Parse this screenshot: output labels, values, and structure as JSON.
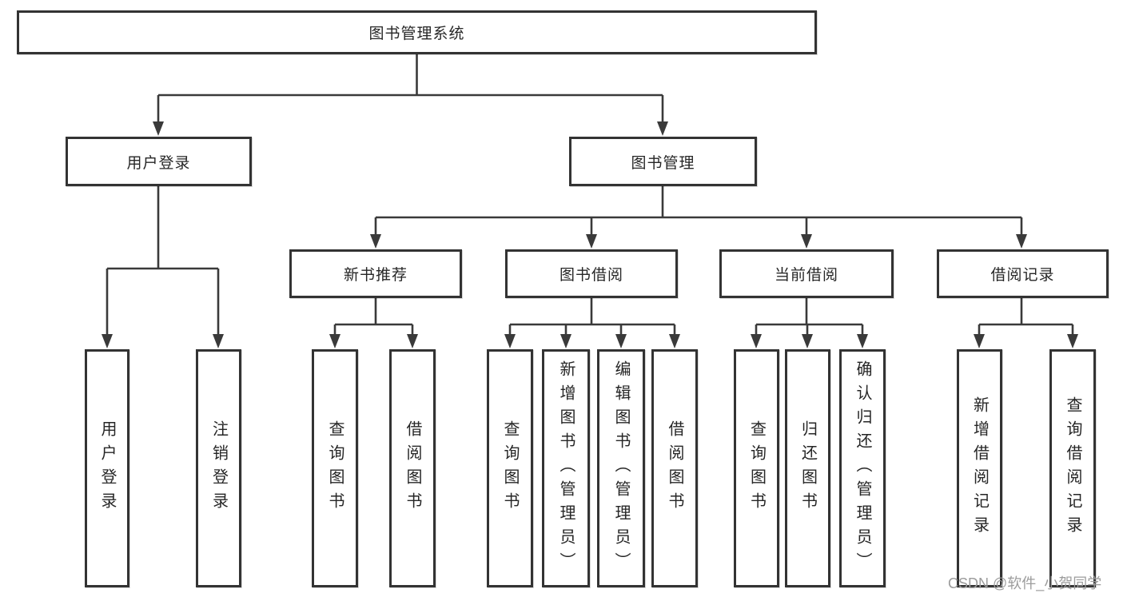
{
  "tree": {
    "label": "图书管理系统",
    "children": [
      {
        "label": "用户登录",
        "children": [
          {
            "label": "用户登录"
          },
          {
            "label": "注销登录"
          }
        ]
      },
      {
        "label": "图书管理",
        "children": [
          {
            "label": "新书推荐",
            "children": [
              {
                "label": "查询图书"
              },
              {
                "label": "借阅图书"
              }
            ]
          },
          {
            "label": "图书借阅",
            "children": [
              {
                "label": "查询图书"
              },
              {
                "label": "新增图书（管理员）"
              },
              {
                "label": "编辑图书（管理员）"
              },
              {
                "label": "借阅图书"
              }
            ]
          },
          {
            "label": "当前借阅",
            "children": [
              {
                "label": "查询图书"
              },
              {
                "label": "归还图书"
              },
              {
                "label": "确认归还（管理员）"
              }
            ]
          },
          {
            "label": "借阅记录",
            "children": [
              {
                "label": "新增借阅记录"
              },
              {
                "label": "查询借阅记录"
              }
            ]
          }
        ]
      }
    ]
  },
  "watermark": "CSDN @软件_小贺同学",
  "colors": {
    "box_border": "#333333",
    "connector": "#3a3a3a",
    "text": "#262626",
    "watermark": "#9c9c9c",
    "background": "#ffffff"
  }
}
